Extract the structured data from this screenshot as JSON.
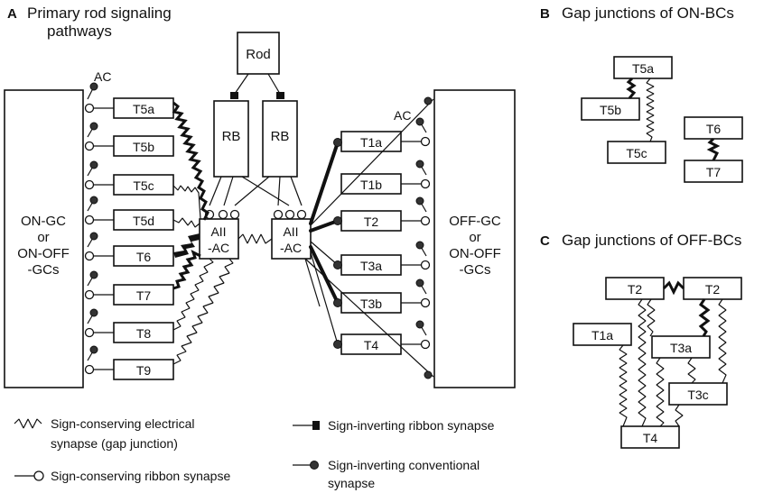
{
  "panel_a": {
    "letter": "A",
    "title_line1": "Primary rod signaling",
    "title_line2": "pathways",
    "rod": "Rod",
    "rb_left": "RB",
    "rb_right": "RB",
    "ac_left": "AC",
    "ac_right": "AC",
    "aii_left_line1": "AII",
    "aii_left_line2": "-AC",
    "aii_right_line1": "AII",
    "aii_right_line2": "-AC",
    "on_gc_line1": "ON-GC",
    "on_gc_line2": "or",
    "on_gc_line3": "ON-OFF",
    "on_gc_line4": "-GCs",
    "off_gc_line1": "OFF-GC",
    "off_gc_line2": "or",
    "off_gc_line3": "ON-OFF",
    "off_gc_line4": "-GCs",
    "on_cells": [
      "T5a",
      "T5b",
      "T5c",
      "T5d",
      "T6",
      "T7",
      "T8",
      "T9"
    ],
    "off_cells": [
      "T1a",
      "T1b",
      "T2",
      "T3a",
      "T3b",
      "T4"
    ]
  },
  "panel_b": {
    "letter": "B",
    "title": "Gap junctions of ON-BCs",
    "cells": [
      "T5a",
      "T5b",
      "T5c",
      "T6",
      "T7"
    ]
  },
  "panel_c": {
    "letter": "C",
    "title": "Gap junctions of OFF-BCs",
    "cells": [
      "T2",
      "T2",
      "T1a",
      "T3a",
      "T3c",
      "T4"
    ]
  },
  "legend": {
    "electrical_line1": "Sign-conserving electrical",
    "electrical_line2": "synapse (gap junction)",
    "ribbon_conserving": "Sign-conserving ribbon synapse",
    "ribbon_inverting": "Sign-inverting ribbon synapse",
    "conventional_line1": "Sign-inverting conventional",
    "conventional_line2": "synapse"
  }
}
